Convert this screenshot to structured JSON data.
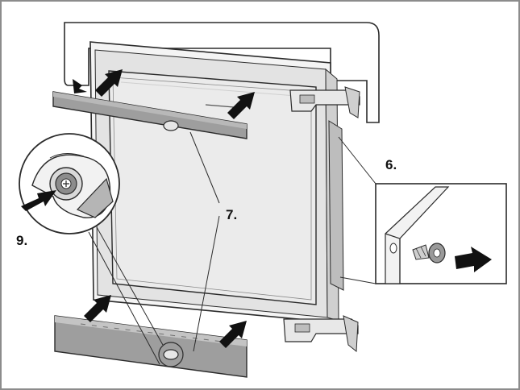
{
  "callouts": {
    "step6": "6.",
    "step7": "7.",
    "step9": "9."
  },
  "colors": {
    "line": "#2b2b2b",
    "glass": "#ececec",
    "frame": "#d7d7d7",
    "strip": "#9e9e9e",
    "strip_dark": "#6f6f6f",
    "arrow": "#111111"
  }
}
